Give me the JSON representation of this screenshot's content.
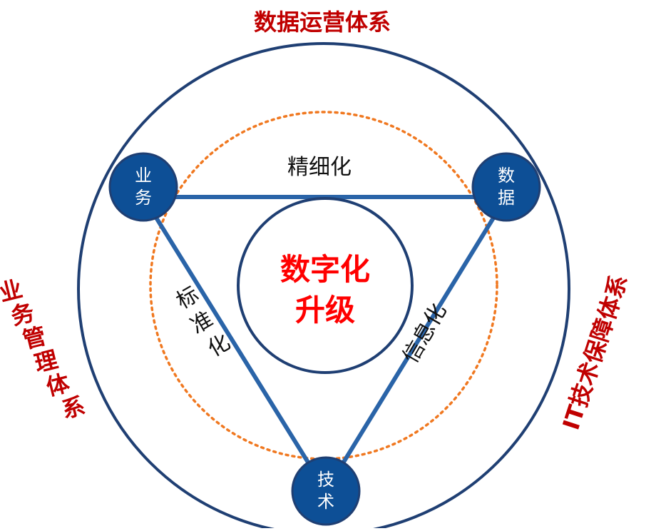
{
  "titles": {
    "top": "数据运营体系",
    "left": "业务管理体系",
    "right": "IT技术保障体系"
  },
  "center": {
    "line1": "数字化",
    "line2": "升级"
  },
  "edges": {
    "top": "精细化",
    "left": "标准化",
    "right": "信息化"
  },
  "nodes": {
    "business": [
      "业",
      "务"
    ],
    "data": [
      "数",
      "据"
    ],
    "tech": [
      "技",
      "术"
    ]
  },
  "colors": {
    "title_red": "#c00000",
    "center_red": "#ff0000",
    "navy": "#1f3f73",
    "line_blue": "#2a64a8",
    "node_fill": "#0d4f96",
    "dotted_orange": "#f07820"
  }
}
